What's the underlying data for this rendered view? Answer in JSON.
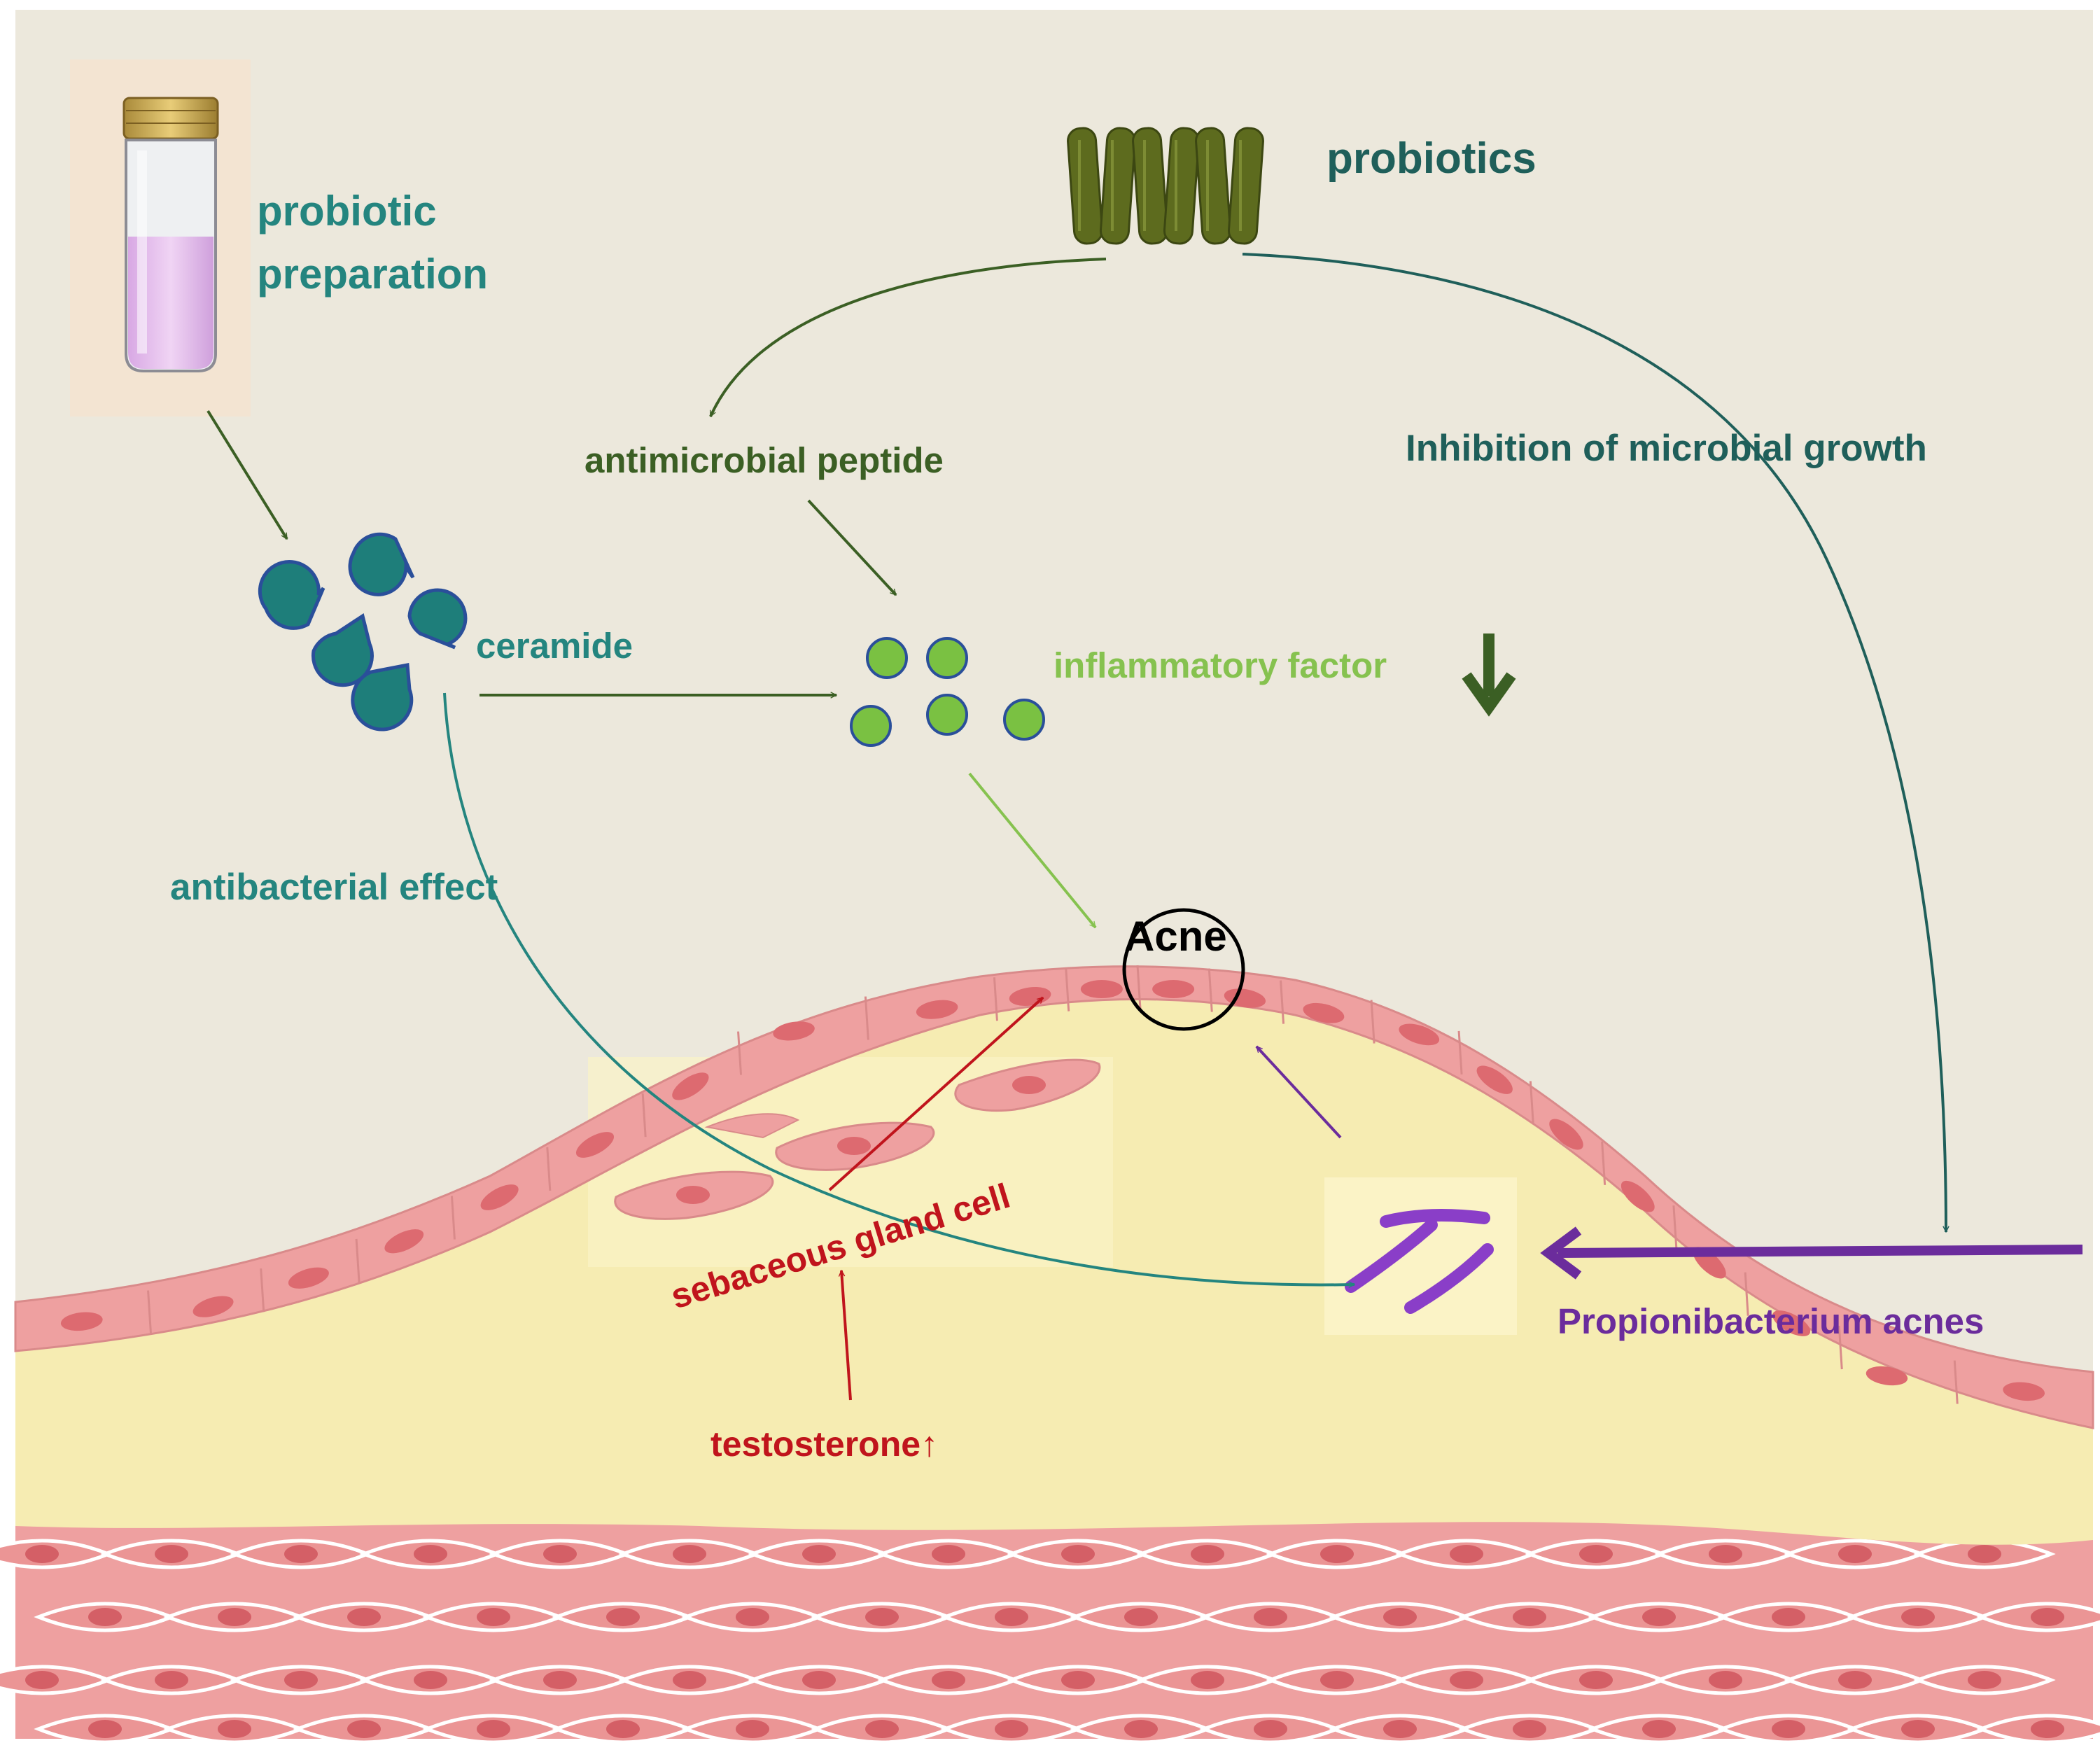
{
  "diagram": {
    "labels": {
      "probiotic_preparation_1": "probiotic",
      "probiotic_preparation_2": "preparation",
      "probiotics": "probiotics",
      "antimicrobial_peptide": "antimicrobial peptide",
      "inhibition": "Inhibition of microbial growth",
      "ceramide": "ceramide",
      "inflammatory_factor": "inflammatory factor",
      "antibacterial_effect": "antibacterial effect",
      "acne": "Acne",
      "sebaceous_gland_cell": "sebaceous gland cell",
      "testosterone": "testosterone↑",
      "propionibacterium": "Propionibacterium acnes"
    },
    "icons": {
      "vial": "probiotic-vial-icon",
      "rods": "probiotic-rods-icon",
      "ceramide": "ceramide-droplets-icon",
      "factor": "inflammatory-factor-dots-icon",
      "bacteria": "propionibacterium-icon",
      "down_arrow": "decrease-arrow-icon"
    },
    "colors": {
      "background": "#ece8dc",
      "teal": "#24857f",
      "dark_green": "#3b5f24",
      "light_green": "#86c24f",
      "red": "#c0141c",
      "purple": "#6b2c9c",
      "dark_teal": "#1f5f5a",
      "skin": "#eea0a0",
      "fat": "#f6ecb2"
    }
  }
}
